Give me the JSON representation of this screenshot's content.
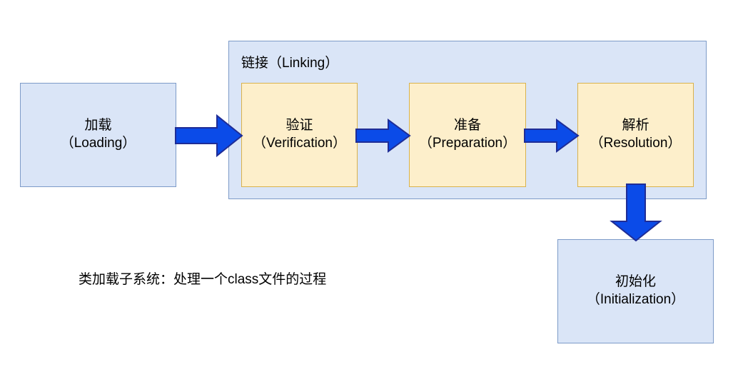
{
  "diagram": {
    "title_caption": "类加载子系统：处理一个class文件的过程",
    "colors": {
      "blue_fill": "#dae5f7",
      "blue_border": "#7d9bc8",
      "yellow_fill": "#fdefcb",
      "yellow_border": "#d9b24c",
      "arrow_fill": "#0b4be8",
      "arrow_border": "#1f2d96",
      "text": "#000000",
      "background": "#ffffff"
    },
    "group": {
      "label_cn": "链接",
      "label_en": "（Linking）",
      "label_full": "链接（Linking）"
    },
    "nodes": [
      {
        "id": "loading",
        "cn": "加载",
        "en": "（Loading）",
        "style": "blue"
      },
      {
        "id": "verification",
        "cn": "验证",
        "en": "（Verification）",
        "style": "yellow"
      },
      {
        "id": "preparation",
        "cn": "准备",
        "en": "（Preparation）",
        "style": "yellow"
      },
      {
        "id": "resolution",
        "cn": "解析",
        "en": "（Resolution）",
        "style": "yellow"
      },
      {
        "id": "initialization",
        "cn": "初始化",
        "en": "（Initialization）",
        "style": "blue"
      }
    ],
    "arrows": [
      {
        "id": "load-verify",
        "from": "loading",
        "to": "verification",
        "direction": "right"
      },
      {
        "id": "verify-prep",
        "from": "verification",
        "to": "preparation",
        "direction": "right"
      },
      {
        "id": "prep-res",
        "from": "preparation",
        "to": "resolution",
        "direction": "right"
      },
      {
        "id": "res-init",
        "from": "resolution",
        "to": "initialization",
        "direction": "down"
      }
    ]
  }
}
